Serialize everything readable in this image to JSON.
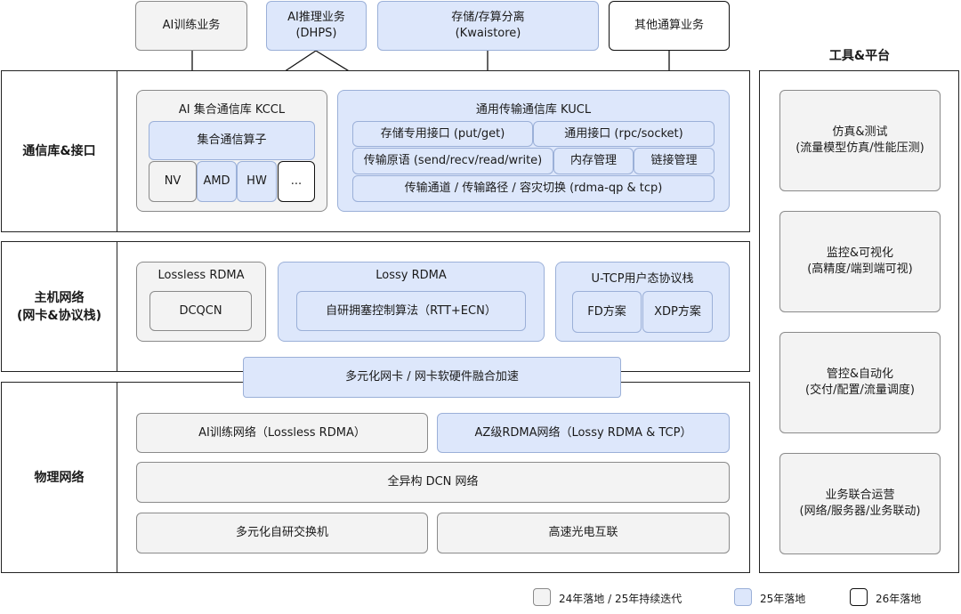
{
  "top_services": [
    {
      "label": "AI训练业务"
    },
    {
      "label": "AI推理业务\n(DHPS)"
    },
    {
      "label": "存储/存算分离\n(Kwaistore)"
    },
    {
      "label": "其他通算业务"
    }
  ],
  "tools": {
    "title": "工具&平台",
    "items": [
      {
        "label": "仿真&测试\n(流量模型仿真/性能压测)"
      },
      {
        "label": "监控&可视化\n(高精度/端到端可视)"
      },
      {
        "label": "管控&自动化\n(交付/配置/流量调度)"
      },
      {
        "label": "业务联合运营\n(网络/服务器/业务联动)"
      }
    ]
  },
  "comm_layer": {
    "label": "通信库&接口",
    "kccl": {
      "title": "AI 集合通信库 KCCL",
      "operator": "集合通信算子",
      "vendors": [
        "NV",
        "AMD",
        "HW",
        "..."
      ]
    },
    "kucl": {
      "title": "通用传输通信库 KUCL",
      "storage_api": "存储专用接口 (put/get)",
      "general_api": "通用接口 (rpc/socket)",
      "primitives": "传输原语 (send/recv/read/write)",
      "memory": "内存管理",
      "link": "链接管理",
      "channel": "传输通道 / 传输路径 / 容灾切换 (rdma-qp & tcp)"
    }
  },
  "host_layer": {
    "label": "主机网络\n(网卡&协议栈)",
    "lossless": {
      "title": "Lossless RDMA",
      "item": "DCQCN"
    },
    "lossy": {
      "title": "Lossy RDMA",
      "item": "自研拥塞控制算法（RTT+ECN）"
    },
    "utcp": {
      "title": "U-TCP用户态协议栈",
      "items": [
        "FD方案",
        "XDP方案"
      ]
    },
    "nic": "多元化网卡 / 网卡软硬件融合加速"
  },
  "phys_layer": {
    "label": "物理网络",
    "ai_net": "AI训练网络（Lossless RDMA）",
    "az_net": "AZ级RDMA网络（Lossy RDMA & TCP）",
    "dcn": "全异构 DCN 网络",
    "switch": "多元化自研交换机",
    "optical": "高速光电互联"
  },
  "legend": [
    {
      "label": "24年落地 / 25年持续迭代",
      "color": "#f3f3f3"
    },
    {
      "label": "25年落地",
      "color": "#dde7fb"
    },
    {
      "label": "26年落地",
      "color": "#ffffff"
    }
  ]
}
